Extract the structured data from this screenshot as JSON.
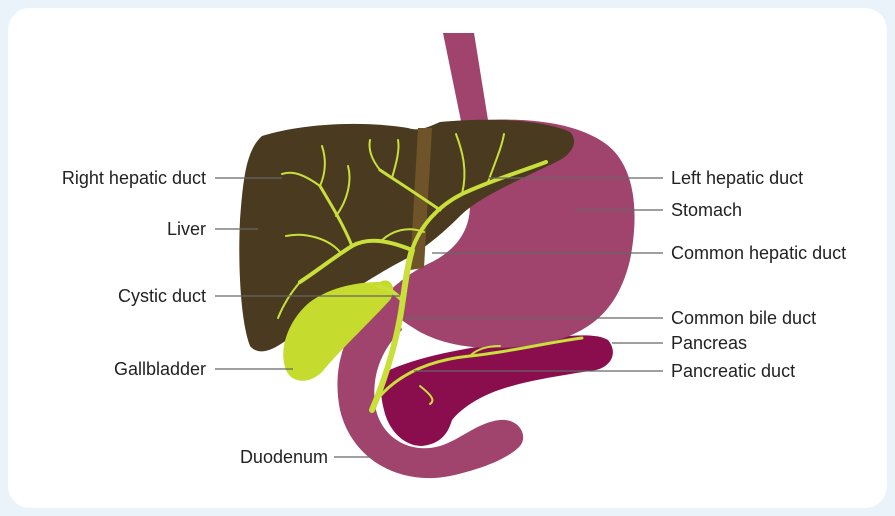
{
  "colors": {
    "background": "#eaf3f9",
    "card": "#ffffff",
    "liver": "#4a3a1f",
    "liver_shadow": "#6e5428",
    "stomach": "#a0446e",
    "pancreas": "#8a0e4e",
    "gallbladder": "#c5dc2e",
    "ducts": "#c9df3a",
    "leader_lines": "#666666"
  },
  "labels_left": [
    {
      "id": "right-hepatic-duct",
      "text": "Right hepatic duct"
    },
    {
      "id": "liver",
      "text": "Liver"
    },
    {
      "id": "cystic-duct",
      "text": "Cystic duct"
    },
    {
      "id": "gallbladder",
      "text": "Gallbladder"
    },
    {
      "id": "duodenum",
      "text": "Duodenum"
    }
  ],
  "labels_right": [
    {
      "id": "left-hepatic-duct",
      "text": "Left hepatic duct"
    },
    {
      "id": "stomach",
      "text": "Stomach"
    },
    {
      "id": "common-hepatic-duct",
      "text": "Common hepatic duct"
    },
    {
      "id": "common-bile-duct",
      "text": "Common bile duct"
    },
    {
      "id": "pancreas",
      "text": "Pancreas"
    },
    {
      "id": "pancreatic-duct",
      "text": "Pancreatic duct"
    }
  ]
}
